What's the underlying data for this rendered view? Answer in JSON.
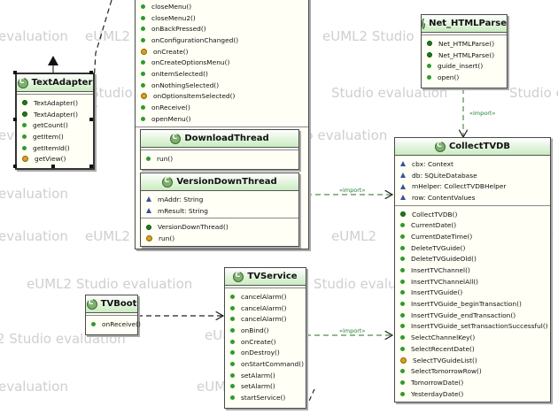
{
  "watermark": "eUML2 Studio evaluation",
  "watermarks": [
    {
      "text": "evaluation"
    },
    {
      "text": "eUML2 S"
    },
    {
      "text": "eUML2 Studio"
    },
    {
      "text": "Studio evaluation"
    },
    {
      "text": "evaluation"
    },
    {
      "text": "eUML2 Studio evaluation"
    },
    {
      "text": "Studio evaluation"
    },
    {
      "text": "evaluation"
    },
    {
      "text": "eUML2 Studio evaluation"
    },
    {
      "text": "evaluation"
    },
    {
      "text": "eUML2"
    },
    {
      "text": "eUML2 Studio evaluation"
    },
    {
      "text": "Studio evaluation"
    },
    {
      "text": "2 Studio evaluation"
    },
    {
      "text": "Studio evaluation"
    },
    {
      "text": "evaluation"
    },
    {
      "text": "eUML2 Stud"
    },
    {
      "text": "eUML2 Studio"
    },
    {
      "text": "eUML2 Studio"
    },
    {
      "text": "eUML2"
    }
  ],
  "classes": {
    "activity": {
      "methods": [
        "closeMenu()",
        "closeMenu2()",
        "onBackPressed()",
        "onConfigurationChanged()",
        "onCreate()",
        "onCreateOptionsMenu()",
        "onItemSelected()",
        "onNothingSelected()",
        "onOptionsItemSelected()",
        "onReceive()",
        "openMenu()"
      ]
    },
    "textadapter": {
      "name": "TextAdapter",
      "methods": [
        "TextAdapter()",
        "TextAdapter()",
        "getCount()",
        "getItem()",
        "getItemId()",
        "getView()"
      ]
    },
    "downloadthread": {
      "name": "DownloadThread",
      "methods": [
        "run()"
      ]
    },
    "versiondownthread": {
      "name": "VersionDownThread",
      "fields": [
        "mAddr: String",
        "mResult: String"
      ],
      "methods": [
        "VersionDownThread()",
        "run()"
      ]
    },
    "nethtmlparse": {
      "name": "Net_HTMLParse",
      "methods": [
        "Net_HTMLParse()",
        "Net_HTMLParse()",
        "guide_insert()",
        "open()"
      ]
    },
    "collecttvdb": {
      "name": "CollectTVDB",
      "fields": [
        "cbx: Context",
        "db: SQLiteDatabase",
        "mHelper: CollectTVDBHelper",
        "row: ContentValues"
      ],
      "methods": [
        "CollectTVDB()",
        "CurrentDate()",
        "CurrentDateTime()",
        "DeleteTVGuide()",
        "DeleteTVGuideOld()",
        "InsertTVChannel()",
        "InsertTVChannelAll()",
        "InsertTVGuide()",
        "InsertTVGuide_beginTransaction()",
        "InsertTVGuide_endTransaction()",
        "InsertTVGuide_setTransactionSuccessful()",
        "SelectChannelKey()",
        "SelectRecentDate()",
        "SelectTVGuideList()",
        "SelectTomorrowRow()",
        "TomorrowDate()",
        "YesterdayDate()"
      ]
    },
    "tvservice": {
      "name": "TVService",
      "methods": [
        "cancelAlarm()",
        "cancelAlarm()",
        "cancelAlarm()",
        "onBind()",
        "onCreate()",
        "onDestroy()",
        "onStartCommand()",
        "setAlarm()",
        "setAlarm()",
        "startService()"
      ]
    },
    "tvboot": {
      "name": "TVBoot",
      "methods": [
        "onReceive()"
      ]
    }
  },
  "labels": {
    "import1": "«import»",
    "import2": "«import»",
    "import3": "«import»"
  }
}
